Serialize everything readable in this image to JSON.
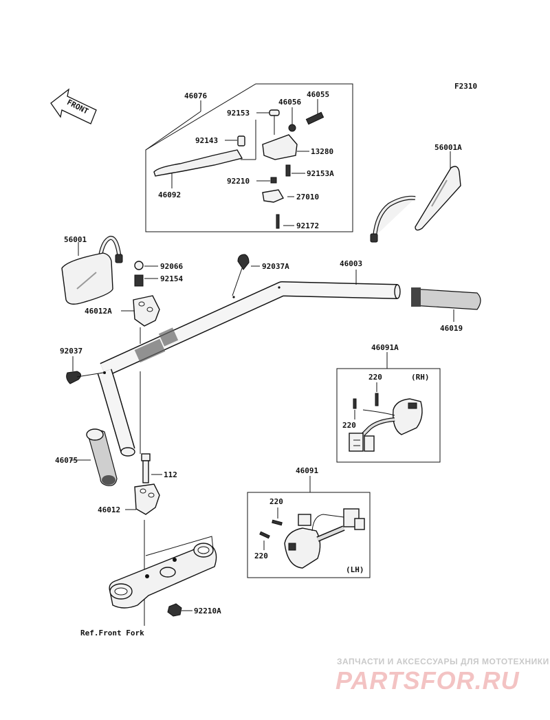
{
  "figure_code": "F2310",
  "front_arrow": "FRONT",
  "labels": {
    "p46076": "46076",
    "p46055": "46055",
    "p46056": "46056",
    "p92153": "92153",
    "p92143": "92143",
    "p13280": "13280",
    "p92153A": "92153A",
    "p92210": "92210",
    "p46092": "46092",
    "p27010": "27010",
    "p92172": "92172",
    "p56001A": "56001A",
    "p56001": "56001",
    "p92066": "92066",
    "p92154": "92154",
    "p92037A": "92037A",
    "p46003": "46003",
    "p46012A": "46012A",
    "p46019": "46019",
    "p92037": "92037",
    "p46091A": "46091A",
    "p220_rh_a": "220",
    "rh": "(RH)",
    "p220_rh_b": "220",
    "p46075": "46075",
    "p112": "112",
    "p46091": "46091",
    "p46012": "46012",
    "p220_lh_a": "220",
    "p220_lh_b": "220",
    "lh": "(LH)",
    "p92210A": "92210A",
    "ref_front_fork": "Ref.Front Fork"
  },
  "watermark": {
    "line1": "ЗАПЧАСТИ И АКСЕССУАРЫ ДЛЯ МОТОТЕХНИКИ",
    "line2": "PARTSFOR.RU"
  }
}
